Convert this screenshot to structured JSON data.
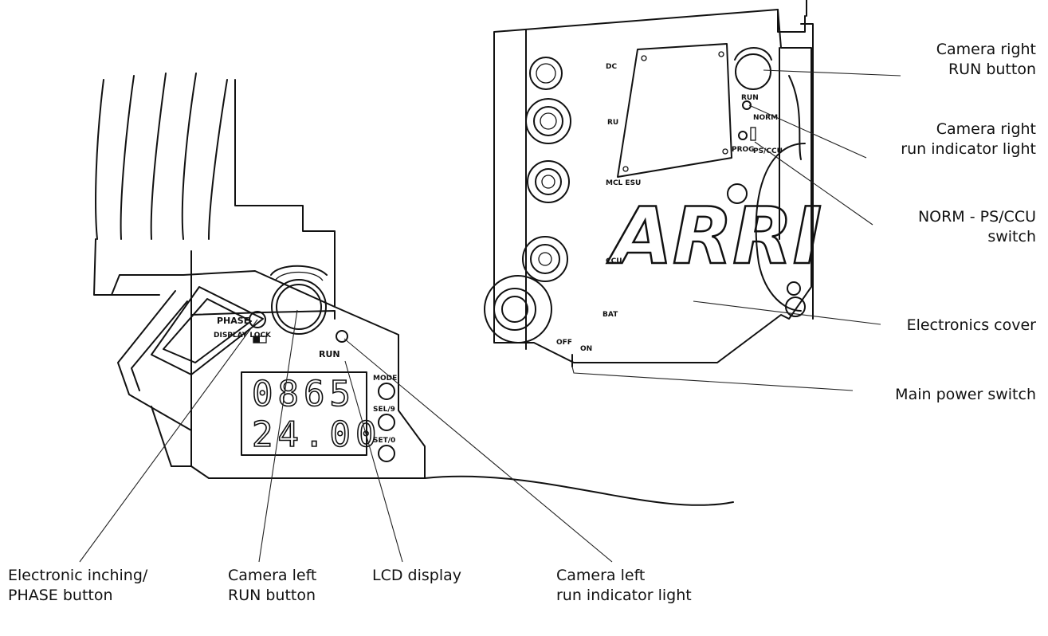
{
  "camera_left": {
    "phase_label": "PHASE",
    "display_lock_label": "DISPLAY LOCK",
    "run_label": "RUN",
    "lcd_top": "0865",
    "lcd_bottom": "24.00",
    "mode_label": "MODE",
    "sel_label": "SEL/9",
    "set_label": "SET/0"
  },
  "camera_right": {
    "connectors": [
      "DC",
      "RU",
      "MCL ESU",
      "CCU",
      "BAT"
    ],
    "run_label": "RUN",
    "norm_label": "NORM",
    "prog_label": "PROG",
    "ps_ccu_label": "PS/CCU",
    "off_label": "OFF",
    "on_label": "ON",
    "logo": "ARRI"
  },
  "callouts": {
    "camera_right_run_button": [
      "Camera right",
      "RUN button"
    ],
    "camera_right_run_indicator": [
      "Camera right",
      "run indicator light"
    ],
    "norm_switch": [
      "NORM - PS/CCU",
      "switch"
    ],
    "electronics_cover": "Electronics cover",
    "main_power_switch": "Main power switch",
    "electronic_inching": [
      "Electronic inching/",
      "PHASE button"
    ],
    "camera_left_run_button": [
      "Camera left",
      "RUN button"
    ],
    "lcd_display": "LCD display",
    "camera_left_run_indicator": [
      "Camera left",
      "run indicator light"
    ]
  }
}
